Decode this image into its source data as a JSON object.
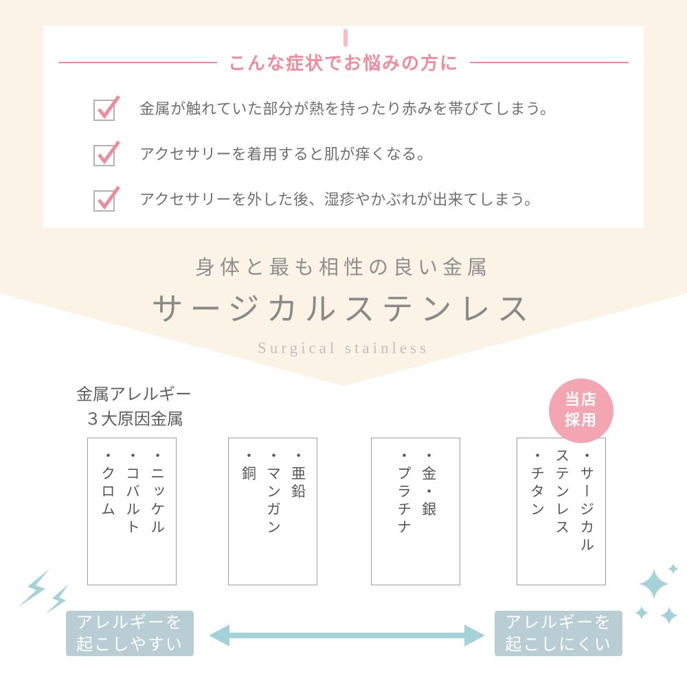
{
  "colors": {
    "cream_background": "#faf3e6",
    "accent_pink": "#ef8b9b",
    "badge_pink": "#f3a5b1",
    "accent_teal": "#a3d2d9",
    "scale_label_background": "#b8cdd4",
    "body_text_gray": "#6f6f6f",
    "hero_text_gray": "#8a8a8a"
  },
  "symptom_card": {
    "title": "こんな症状でお悩みの方に",
    "items": [
      {
        "text": "金属が触れていた部分が熱を持ったり赤みを帯びてしまう。"
      },
      {
        "text": "アクセサリーを着用すると肌が痒くなる。"
      },
      {
        "text": "アクセサリーを外した後、湿疹やかぶれが出来てしまう。"
      }
    ]
  },
  "hero": {
    "lead": "身体と最も相性の良い金属",
    "title": "サージカルステンレス",
    "english": "Surgical stainless"
  },
  "metals": {
    "caption_line1": "金属アレルギー",
    "caption_line2": "３大原因金属",
    "badge_line1": "当店",
    "badge_line2": "採用",
    "boxes": [
      {
        "columns": [
          "・ニッケル",
          "・コバルト",
          "・クロム"
        ]
      },
      {
        "columns": [
          "・亜鉛",
          "・マンガン",
          "・銅"
        ]
      },
      {
        "columns": [
          "・金・銀",
          "・プラチナ"
        ]
      },
      {
        "columns": [
          "・サージカル",
          "ステンレス",
          "・チタン"
        ]
      }
    ]
  },
  "scale": {
    "left_line1": "アレルギーを",
    "left_line2": "起こしやすい",
    "right_line1": "アレルギーを",
    "right_line2": "起こしにくい"
  }
}
